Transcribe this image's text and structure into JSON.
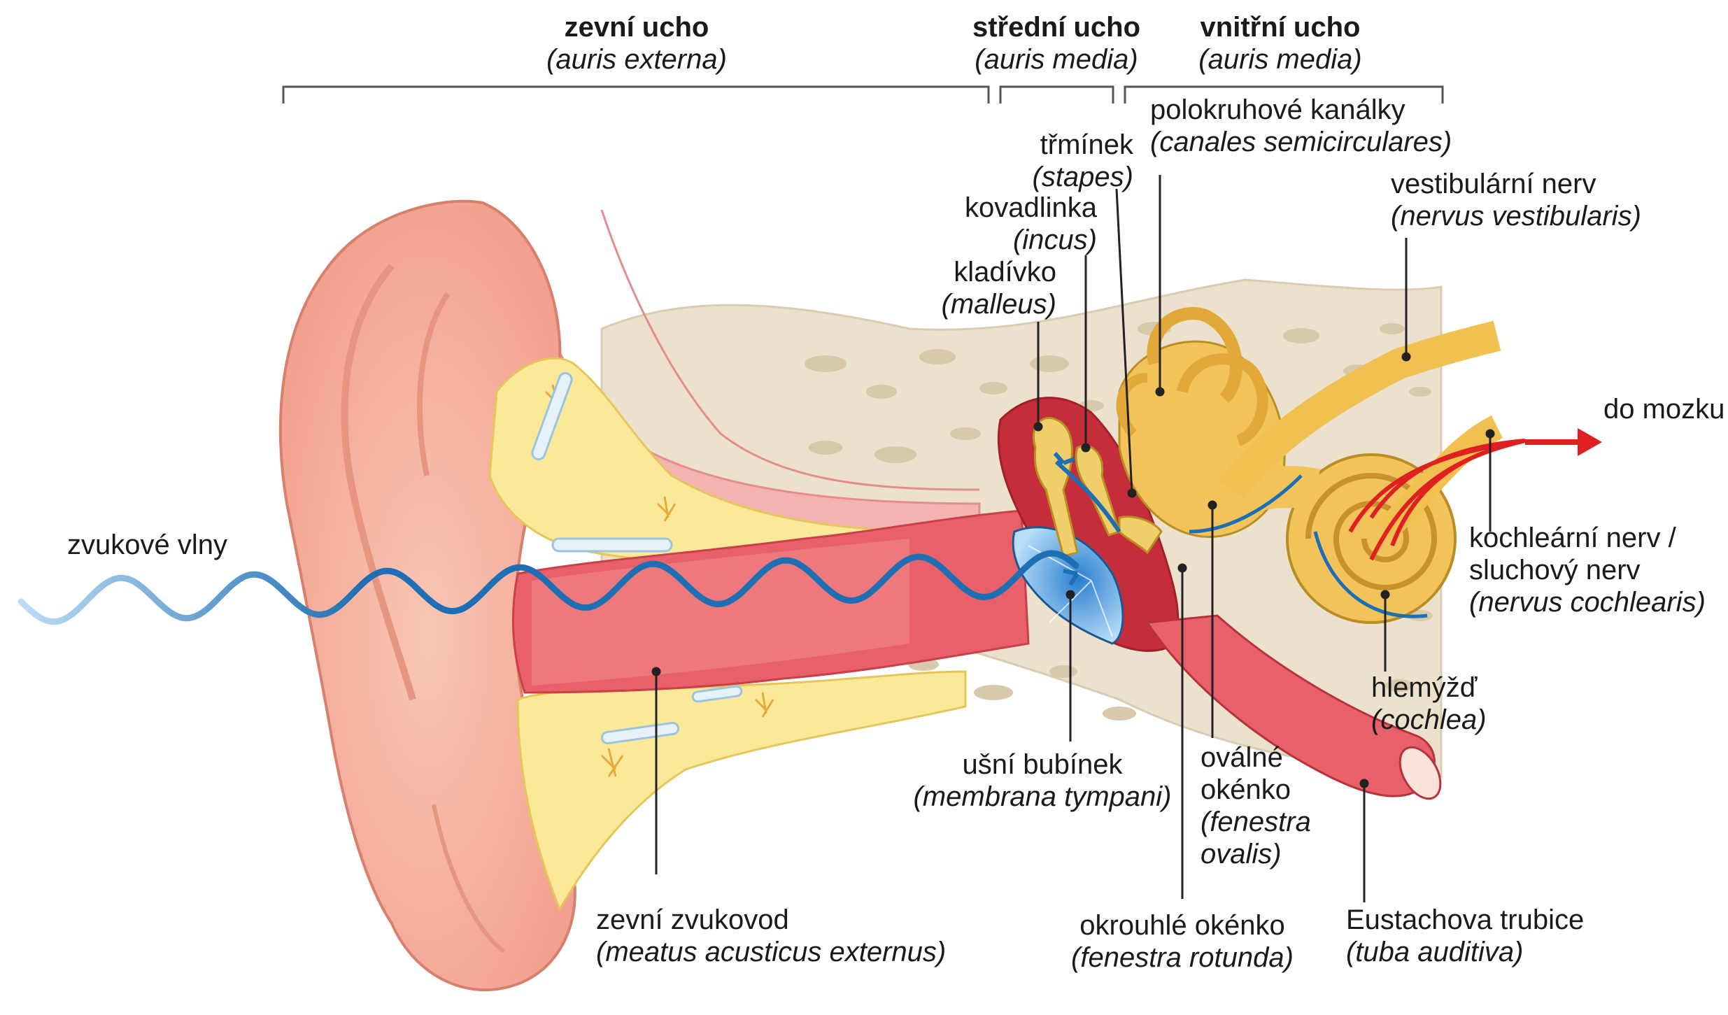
{
  "sections": {
    "outer": {
      "name": "zevní ucho",
      "latin": "(auris externa)"
    },
    "middle": {
      "name": "střední ucho",
      "latin": "(auris media)"
    },
    "inner": {
      "name": "vnitřní ucho",
      "latin": "(auris media)"
    }
  },
  "labels": {
    "sound_waves": {
      "name": "zvukové vlny"
    },
    "to_brain": {
      "name": "do mozku"
    },
    "canals": {
      "name": "polokruhové kanálky",
      "latin": "(canales semicirculares)"
    },
    "stapes": {
      "name": "třmínek",
      "latin": "(stapes)"
    },
    "incus": {
      "name": "kovadlinka",
      "latin": "(incus)"
    },
    "malleus": {
      "name": "kladívko",
      "latin": "(malleus)"
    },
    "vestibular": {
      "name": "vestibulární nerv",
      "latin": "(nervus vestibularis)"
    },
    "cochlear": {
      "name1": "kochleární nerv /",
      "name2": "sluchový nerv",
      "latin": "(nervus cochlearis)"
    },
    "cochlea": {
      "name": "hlemýžď",
      "latin": "(cochlea)"
    },
    "eardrum": {
      "name": "ušní bubínek",
      "latin": "(membrana tympani)"
    },
    "oval_window": {
      "name1": "oválné",
      "name2": "okénko",
      "latin1": "(fenestra",
      "latin2": "ovalis)"
    },
    "canal": {
      "name": "zevní zvukovod",
      "latin": "(meatus acusticus externus)"
    },
    "round_window": {
      "name": "okrouhlé okénko",
      "latin": "(fenestra rotunda)"
    },
    "eustachian": {
      "name": "Eustachova trubice",
      "latin": "(tuba auditiva)"
    }
  },
  "colors": {
    "skin": "#f7b8a6",
    "skin_dark": "#e8907c",
    "canal_red": "#e8606a",
    "fat": "#fbe99a",
    "bone": "#ece1cc",
    "inner_ear": "#f2c35a",
    "wave": "#1a6fb5",
    "nerve_red": "#e02020"
  }
}
